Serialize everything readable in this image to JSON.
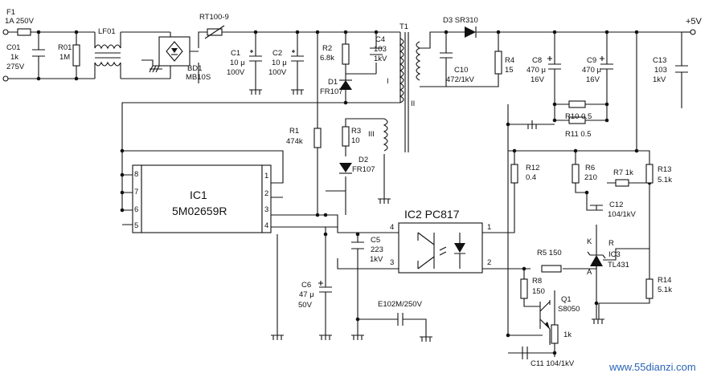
{
  "components": {
    "F1": [
      "F1",
      "1A 250V"
    ],
    "C01": [
      "C01",
      "1k",
      "275V"
    ],
    "R01": [
      "R01",
      "1M"
    ],
    "LF01": [
      "LF01"
    ],
    "BD1": [
      "BD1",
      "MB10S"
    ],
    "RT": [
      "RT100-9"
    ],
    "C1": [
      "C1",
      "10 μ",
      "100V"
    ],
    "C2": [
      "C2",
      "10 μ",
      "100V"
    ],
    "R2": [
      "R2",
      "6.8k"
    ],
    "C4": [
      "C4",
      "103",
      "1kV"
    ],
    "D1": [
      "D1",
      "FR107"
    ],
    "T1": [
      "T1"
    ],
    "D3": [
      "D3 SR310"
    ],
    "C10": [
      "C10",
      "472/1kV"
    ],
    "R4": [
      "R4",
      "15"
    ],
    "C8": [
      "C8",
      "470 μ",
      "16V"
    ],
    "C9": [
      "C9",
      "470 μ",
      "16V"
    ],
    "C13": [
      "C13",
      "103",
      "1kV"
    ],
    "R10": [
      "R10 0.5"
    ],
    "R11": [
      "R11 0.5"
    ],
    "R1": [
      "R1",
      "474k"
    ],
    "R3": [
      "R3",
      "10"
    ],
    "D2": [
      "D2",
      "FR107"
    ],
    "IC1": [
      "IC1",
      "5M02659R"
    ],
    "IC2": [
      "IC2 PC817"
    ],
    "C5": [
      "C5",
      "223",
      "1kV"
    ],
    "C6": [
      "C6",
      "47 μ",
      "50V"
    ],
    "E102M": [
      "E102M/250V"
    ],
    "R12": [
      "R12",
      "0.4"
    ],
    "R6": [
      "R6",
      "210"
    ],
    "R7": [
      "R7 1k"
    ],
    "R13": [
      "R13",
      "5.1k"
    ],
    "C12": [
      "C12",
      "104/1kV"
    ],
    "IC3": [
      "IC3",
      "TL431"
    ],
    "R5": [
      "R5 150"
    ],
    "R14": [
      "R14",
      "5.1k"
    ],
    "R8": [
      "R8",
      "150"
    ],
    "Q1": [
      "Q1",
      "S8050"
    ],
    "R1k": [
      "1k"
    ],
    "C11": [
      "C11 104/1kV"
    ]
  },
  "winding_labels": {
    "primary": "I",
    "secondary": "II",
    "aux": "III"
  },
  "ic1_pins": {
    "left": [
      "8",
      "7",
      "6",
      "5"
    ],
    "right": [
      "1",
      "2",
      "3",
      "4"
    ]
  },
  "ic2_pins": {
    "p4": "4",
    "p3": "3",
    "p1": "1",
    "p2": "2"
  },
  "tl431_pins": {
    "k": "K",
    "a": "A",
    "r": "R"
  },
  "output": {
    "label": "+5V"
  },
  "watermark": "www.55dianzi.com"
}
